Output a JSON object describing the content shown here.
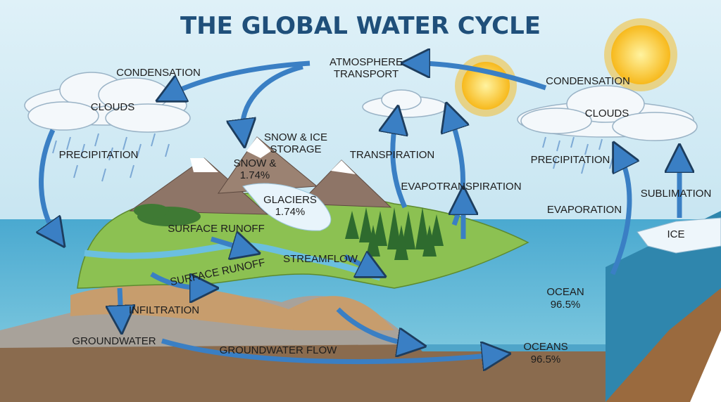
{
  "title": "THE GLOBAL WATER CYCLE",
  "labels": {
    "atmosphere_transport_1": "ATMOSPHERE",
    "atmosphere_transport_2": "TRANSPORT",
    "condensation_left": "CONDENSATION",
    "clouds_left": "CLOUDS",
    "precipitation_left": "PRECIPITATION",
    "snow_ice_storage_1": "SNOW & ICE",
    "snow_ice_storage_2": "STORAGE",
    "snow_1": "SNOW &",
    "snow_2": "1.74%",
    "glaciers_1": "GLACIERS",
    "glaciers_2": "1.74%",
    "transpiration": "TRANSPIRATION",
    "evapotranspiration": "EVAPOTRANSPIRATION",
    "condensation_right": "CONDENSATION",
    "clouds_right": "CLOUDS",
    "precipitation_right": "PRECIPITATION",
    "sublimation": "SUBLIMATION",
    "evaporation": "EVAPORATION",
    "ice": "ICE",
    "surface_runoff_1": "SURFACE RUNOFF",
    "surface_runoff_2": "SURFACE RUNOFF",
    "streamflow": "STREAMFLOW",
    "infiltration": "INFILTRATION",
    "groundwater": "GROUNDWATER",
    "groundwater_flow": "GROUNDWATER FLOW",
    "ocean_1": "OCEAN",
    "ocean_2": "96.5%",
    "oceans_1": "OCEANS",
    "oceans_2": "96.5%"
  },
  "colors": {
    "title": "#1f4f7a",
    "arrow": "#3a7fc4",
    "ocean": "#5fb8d6",
    "land": "#8cc152",
    "sky": "#cfe9f4"
  }
}
